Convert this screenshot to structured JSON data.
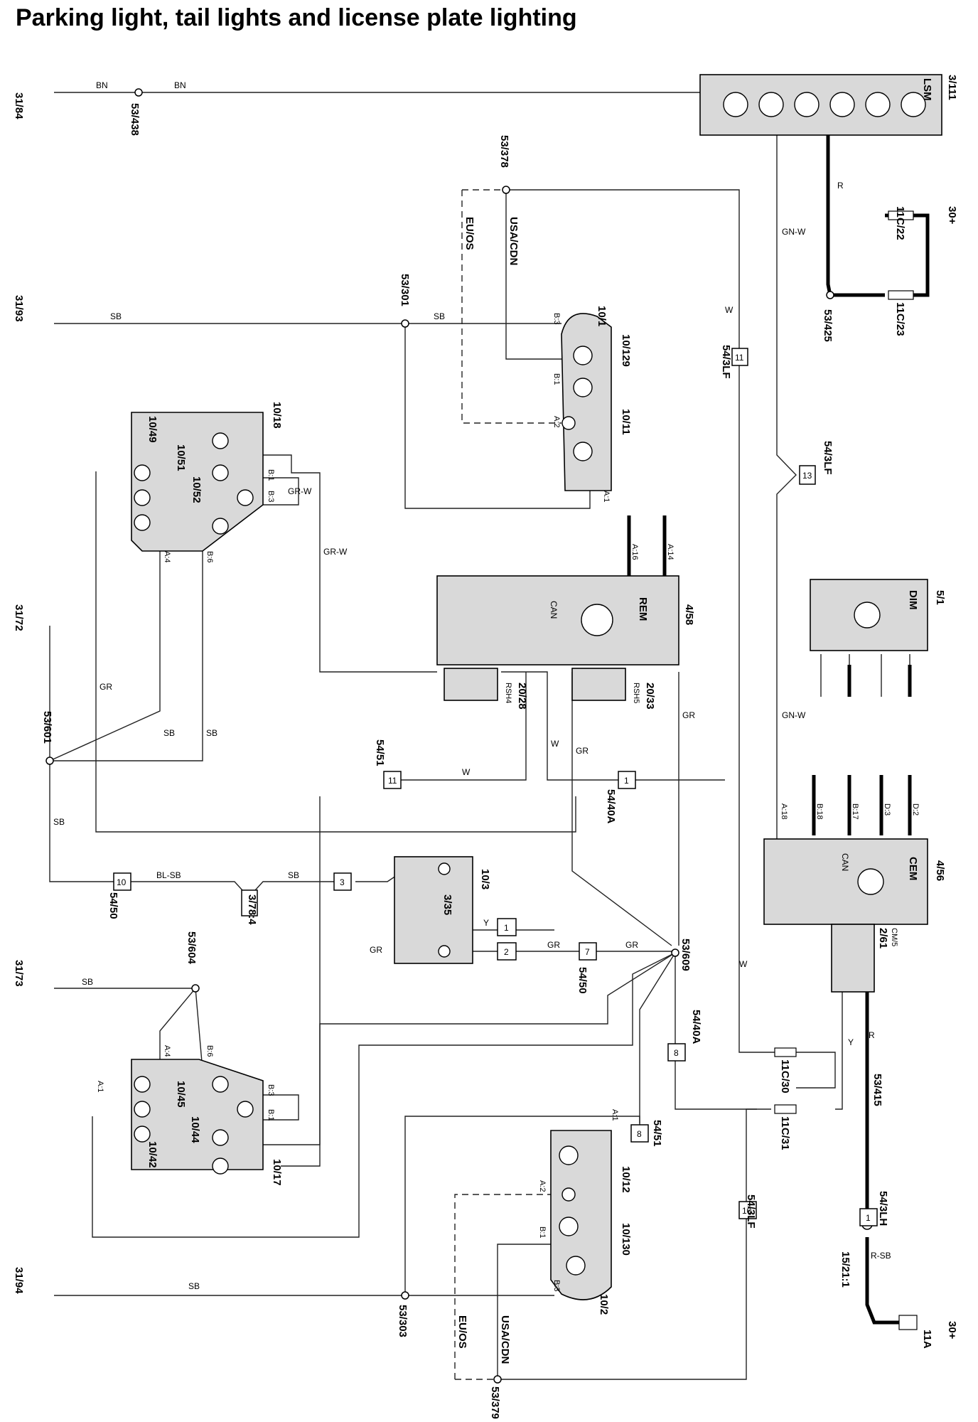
{
  "title": "Parking light, tail lights and license plate lighting",
  "modules": {
    "lsm": {
      "id": "3/111",
      "name": "LSM"
    },
    "rem": {
      "id": "4/58",
      "name": "REM"
    },
    "dim": {
      "id": "5/1",
      "name": "DIM"
    },
    "cem": {
      "id": "4/56",
      "name": "CEM"
    }
  },
  "grounds": [
    "31/84",
    "31/93",
    "31/72",
    "31/73",
    "31/94"
  ],
  "supplies": [
    "30+",
    "30+"
  ],
  "splices": [
    "53/438",
    "53/378",
    "53/301",
    "53/425",
    "53/601",
    "53/604",
    "53/609",
    "53/303",
    "53/379",
    "53/415"
  ],
  "fuses": [
    "11C/22",
    "11C/23",
    "11C/30",
    "11C/31",
    "11A"
  ],
  "lamps": {
    "front_left": [
      "10/1",
      "10/129",
      "10/11"
    ],
    "rear_left": [
      "10/18",
      "10/49",
      "10/51",
      "10/52"
    ],
    "rear_right": [
      "10/17",
      "10/42",
      "10/44",
      "10/45"
    ],
    "front_right": [
      "10/2",
      "10/130",
      "10/12"
    ],
    "switch": [
      "10/3",
      "3/35"
    ]
  },
  "relays": [
    {
      "id": "20/28",
      "name": "RSH4"
    },
    {
      "id": "20/33",
      "name": "RSH5"
    },
    {
      "id": "2/61",
      "name": "CM/5"
    }
  ],
  "connectors": [
    "54/3LF",
    "54/3LF",
    "54/3LF",
    "54/51",
    "54/40A",
    "54/50",
    "54/50",
    "54/40A",
    "54/51",
    "54/3LH",
    "15/21:1",
    "3/78:4"
  ],
  "connector_numbers": [
    "11",
    "13",
    "11",
    "1",
    "10",
    "3",
    "1",
    "2",
    "7",
    "8",
    "8",
    "10",
    "1"
  ],
  "wire_colors": [
    "BN",
    "SB",
    "W",
    "R",
    "GN-W",
    "GR-W",
    "GR",
    "BL-SB",
    "Y",
    "R-SB"
  ],
  "market_variants": [
    "USA/CDN",
    "EU/OS",
    "USA/CDN",
    "EU/OS"
  ],
  "pin_labels": [
    "B:3",
    "B:1",
    "A:2",
    "A:1",
    "A:4",
    "B:6",
    "B:3",
    "B:1",
    "A:16",
    "A:14",
    "A:18",
    "B:18",
    "B:17",
    "D:3",
    "D:2",
    "A:1",
    "A:2",
    "B:1",
    "B:3",
    "A:4",
    "B:6",
    "B:3",
    "B:1",
    "A:1"
  ],
  "bus_labels": [
    "CAN",
    "CAN"
  ]
}
